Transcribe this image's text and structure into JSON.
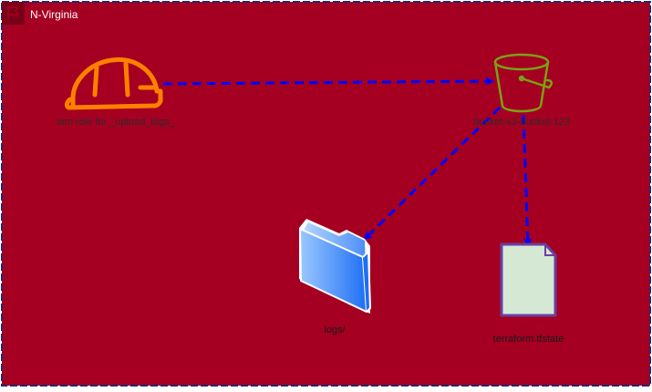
{
  "region": {
    "label": "N-Virginia",
    "fill_color": "#a50021",
    "border_color": "#1f2a6e"
  },
  "nodes": {
    "iam_role": {
      "label": "iam role for _upload_logs_",
      "icon": "helmet-icon",
      "color": "#ff8000"
    },
    "s3_bucket": {
      "label": "bucket-s3-bucket-123",
      "icon": "bucket-icon",
      "color": "#7aa116"
    },
    "logs_folder": {
      "label": "logs/",
      "icon": "folder-icon",
      "color": "#3d8ef8"
    },
    "tfstate_file": {
      "label": "terraform.tfstate",
      "icon": "document-icon",
      "color": "#d5e8d4"
    }
  },
  "edges": [
    {
      "from": "iam_role",
      "to": "s3_bucket",
      "style": "dashed",
      "color": "#0000ff"
    },
    {
      "from": "s3_bucket",
      "to": "logs_folder",
      "style": "dashed",
      "color": "#0000ff"
    },
    {
      "from": "s3_bucket",
      "to": "tfstate_file",
      "style": "dashed",
      "color": "#0000ff"
    }
  ]
}
